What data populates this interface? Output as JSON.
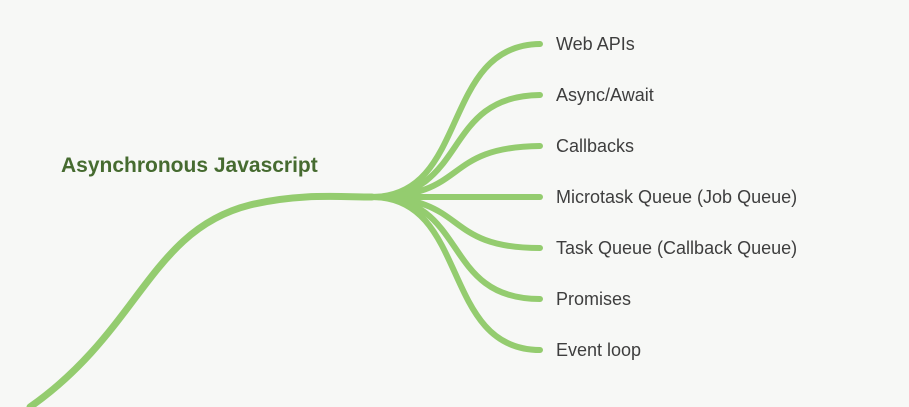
{
  "mindmap": {
    "root": {
      "label": "Asynchronous Javascript"
    },
    "branches": [
      {
        "label": "Web APIs"
      },
      {
        "label": "Async/Await"
      },
      {
        "label": "Callbacks"
      },
      {
        "label": "Microtask Queue (Job Queue)"
      },
      {
        "label": "Task Queue (Callback Queue)"
      },
      {
        "label": "Promises"
      },
      {
        "label": "Event loop"
      }
    ],
    "colors": {
      "branch": "#94cc6f",
      "root_text": "#466b30",
      "node_text": "#3e3e3e",
      "background": "#f7f8f6"
    }
  }
}
